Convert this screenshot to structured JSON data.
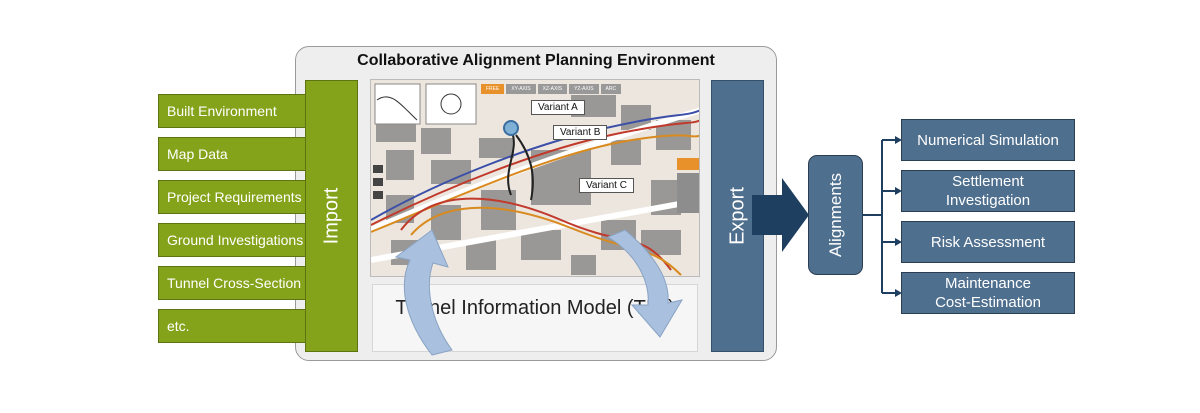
{
  "title": "Collaborative Alignment Planning Environment",
  "inputs": [
    "Built Environment",
    "Map Data",
    "Project Requirements",
    "Ground Investigations",
    "Tunnel Cross-Section",
    "etc."
  ],
  "import_label": "Import",
  "export_label": "Export",
  "map": {
    "tabs": [
      "FREE",
      "XY-AXIS",
      "XZ-AXIS",
      "YZ-AXIS",
      "ARC"
    ],
    "variants": [
      "Variant A",
      "Variant B",
      "Variant C"
    ]
  },
  "tim_label": "Tunnel Information Model (TIM)",
  "alignments_label": "Alignments",
  "outputs": [
    "Numerical Simulation",
    "Settlement\nInvestigation",
    "Risk Assessment",
    "Maintenance\nCost-Estimation"
  ],
  "colors": {
    "import_green": "#85a31a",
    "export_blue": "#4f6f8e",
    "arrow_navy": "#1f3f61",
    "tim_arrow": "#a9c0de"
  }
}
